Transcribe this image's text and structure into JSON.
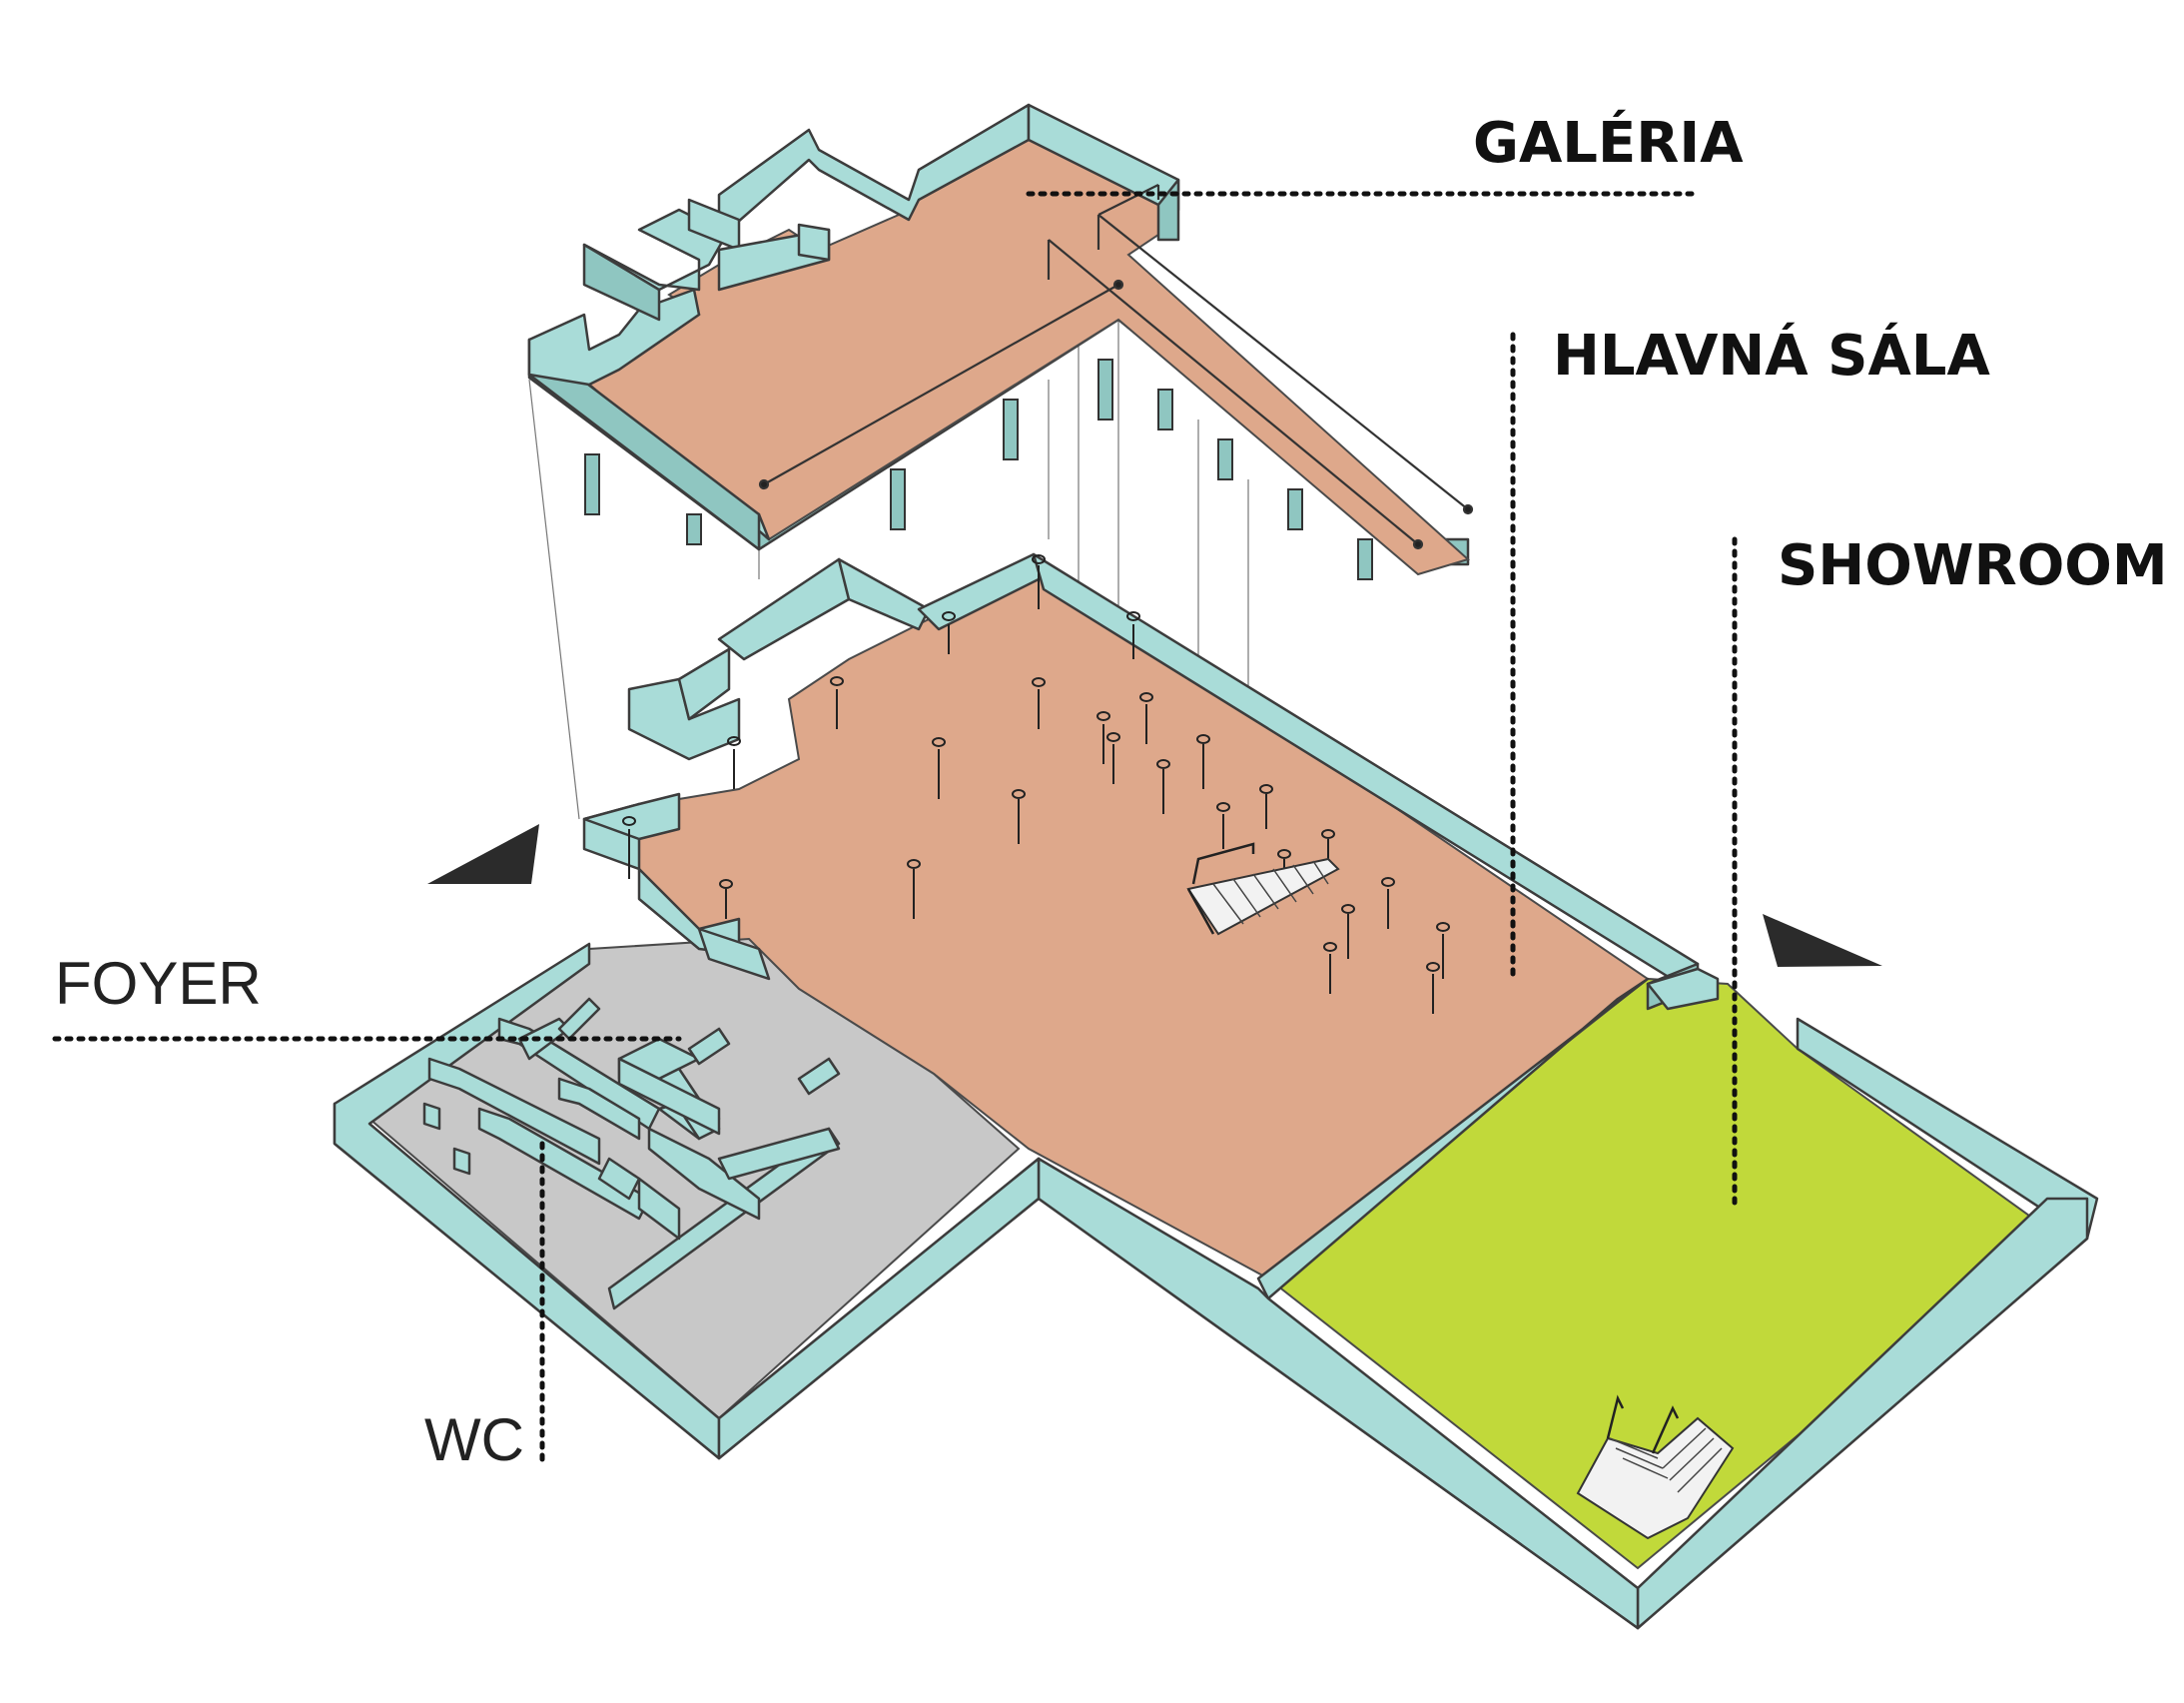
{
  "labels": {
    "galeria": "GALÉRIA",
    "hlavna_sala": "HLAVNÁ SÁLA",
    "showroom": "SHOWROOM",
    "foyer": "FOYER",
    "wc": "WC"
  },
  "colors": {
    "wall": "#a9dcd8",
    "wall_side": "#8fc6c1",
    "floor_hall": "#dea88b",
    "floor_foyer": "#c8c8c8",
    "floor_showroom": "#c1d93a",
    "arrow": "#2b2b2b"
  }
}
